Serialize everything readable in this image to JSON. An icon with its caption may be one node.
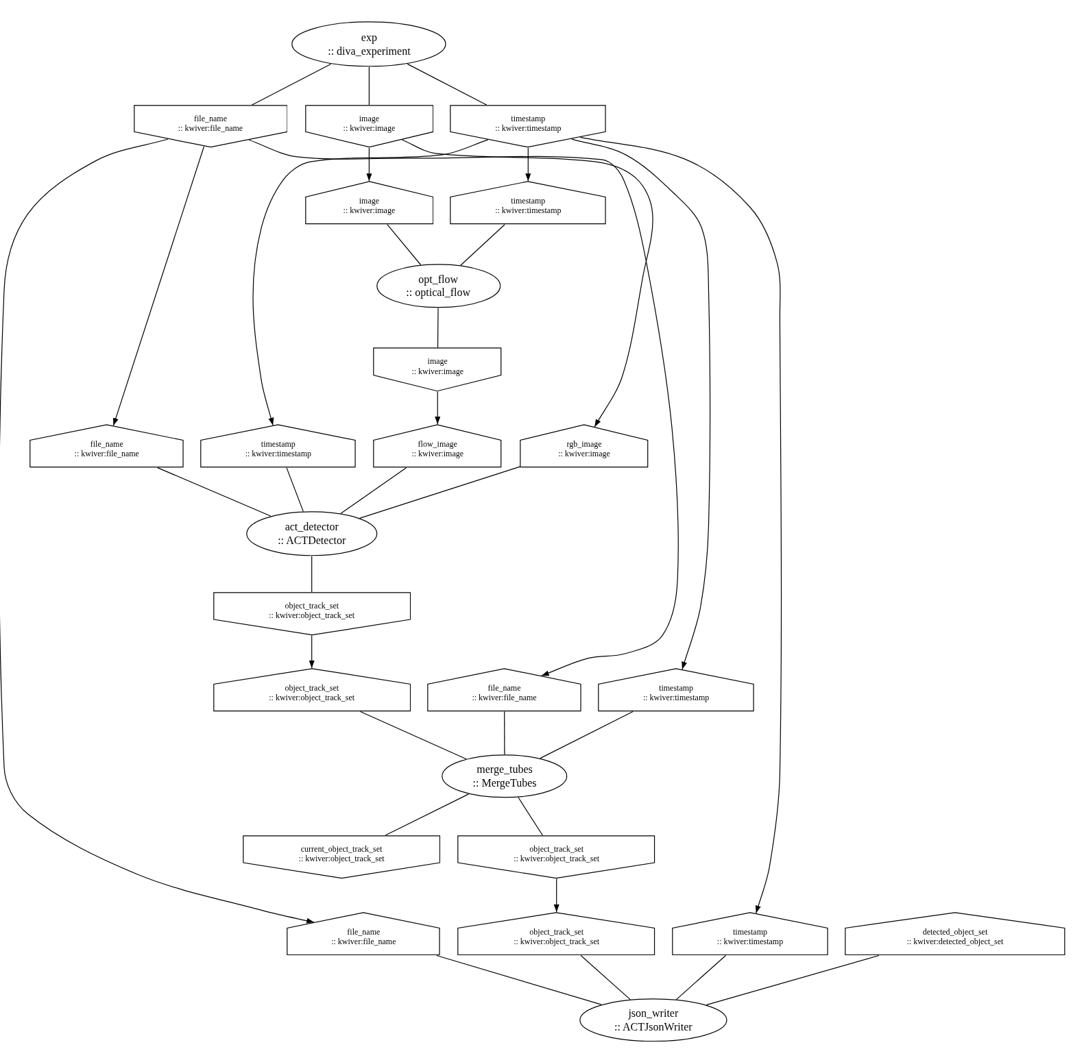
{
  "diagram": {
    "nodes": [
      {
        "text": [
          "exp",
          ":: diva_experiment"
        ]
      },
      {
        "text": [
          "file_name",
          ":: kwiver:file_name"
        ]
      },
      {
        "text": [
          "image",
          ":: kwiver:image"
        ]
      },
      {
        "text": [
          "timestamp",
          ":: kwiver:timestamp"
        ]
      },
      {
        "text": [
          "image",
          ":: kwiver:image"
        ]
      },
      {
        "text": [
          "timestamp",
          ":: kwiver:timestamp"
        ]
      },
      {
        "text": [
          "opt_flow",
          ":: optical_flow"
        ]
      },
      {
        "text": [
          "image",
          ":: kwiver:image"
        ]
      },
      {
        "text": [
          "file_name",
          ":: kwiver:file_name"
        ]
      },
      {
        "text": [
          "timestamp",
          ":: kwiver:timestamp"
        ]
      },
      {
        "text": [
          "flow_image",
          ":: kwiver:image"
        ]
      },
      {
        "text": [
          "rgb_image",
          ":: kwiver:image"
        ]
      },
      {
        "text": [
          "act_detector",
          ":: ACTDetector"
        ]
      },
      {
        "text": [
          "object_track_set",
          ":: kwiver:object_track_set"
        ]
      },
      {
        "text": [
          "object_track_set",
          ":: kwiver:object_track_set"
        ]
      },
      {
        "text": [
          "file_name",
          ":: kwiver:file_name"
        ]
      },
      {
        "text": [
          "timestamp",
          ":: kwiver:timestamp"
        ]
      },
      {
        "text": [
          "merge_tubes",
          ":: MergeTubes"
        ]
      },
      {
        "text": [
          "current_object_track_set",
          ":: kwiver:object_track_set"
        ]
      },
      {
        "text": [
          "object_track_set",
          ":: kwiver:object_track_set"
        ]
      },
      {
        "text": [
          "file_name",
          ":: kwiver:file_name"
        ]
      },
      {
        "text": [
          "object_track_set",
          ":: kwiver:object_track_set"
        ]
      },
      {
        "text": [
          "timestamp",
          ":: kwiver:timestamp"
        ]
      },
      {
        "text": [
          "detected_object_set",
          ":: kwiver:detected_object_set"
        ]
      },
      {
        "text": [
          "json_writer",
          ":: ACTJsonWriter"
        ]
      }
    ],
    "edges": [
      {
        "from": 0,
        "to": 1,
        "arrow": "none"
      },
      {
        "from": 0,
        "to": 2,
        "arrow": "none"
      },
      {
        "from": 0,
        "to": 3,
        "arrow": "none"
      },
      {
        "from": 2,
        "to": 4,
        "arrow": "to"
      },
      {
        "from": 3,
        "to": 5,
        "arrow": "to"
      },
      {
        "from": 1,
        "to": 8,
        "arrow": "to"
      },
      {
        "from": 3,
        "to": 9,
        "arrow": "to"
      },
      {
        "from": 2,
        "to": 11,
        "arrow": "to"
      },
      {
        "from": 1,
        "to": 15,
        "arrow": "to"
      },
      {
        "from": 3,
        "to": 16,
        "arrow": "to"
      },
      {
        "from": 1,
        "to": 20,
        "arrow": "to"
      },
      {
        "from": 3,
        "to": 22,
        "arrow": "to"
      },
      {
        "from": 4,
        "to": 6,
        "arrow": "none"
      },
      {
        "from": 5,
        "to": 6,
        "arrow": "none"
      },
      {
        "from": 6,
        "to": 7,
        "arrow": "none"
      },
      {
        "from": 7,
        "to": 10,
        "arrow": "to"
      },
      {
        "from": 8,
        "to": 12,
        "arrow": "none"
      },
      {
        "from": 9,
        "to": 12,
        "arrow": "none"
      },
      {
        "from": 10,
        "to": 12,
        "arrow": "none"
      },
      {
        "from": 11,
        "to": 12,
        "arrow": "none"
      },
      {
        "from": 12,
        "to": 13,
        "arrow": "none"
      },
      {
        "from": 13,
        "to": 14,
        "arrow": "to"
      },
      {
        "from": 14,
        "to": 17,
        "arrow": "none"
      },
      {
        "from": 15,
        "to": 17,
        "arrow": "none"
      },
      {
        "from": 16,
        "to": 17,
        "arrow": "none"
      },
      {
        "from": 17,
        "to": 18,
        "arrow": "none"
      },
      {
        "from": 17,
        "to": 19,
        "arrow": "none"
      },
      {
        "from": 19,
        "to": 21,
        "arrow": "to"
      },
      {
        "from": 20,
        "to": 24,
        "arrow": "none"
      },
      {
        "from": 21,
        "to": 24,
        "arrow": "none"
      },
      {
        "from": 22,
        "to": 24,
        "arrow": "none"
      },
      {
        "from": 23,
        "to": 24,
        "arrow": "none"
      }
    ]
  }
}
